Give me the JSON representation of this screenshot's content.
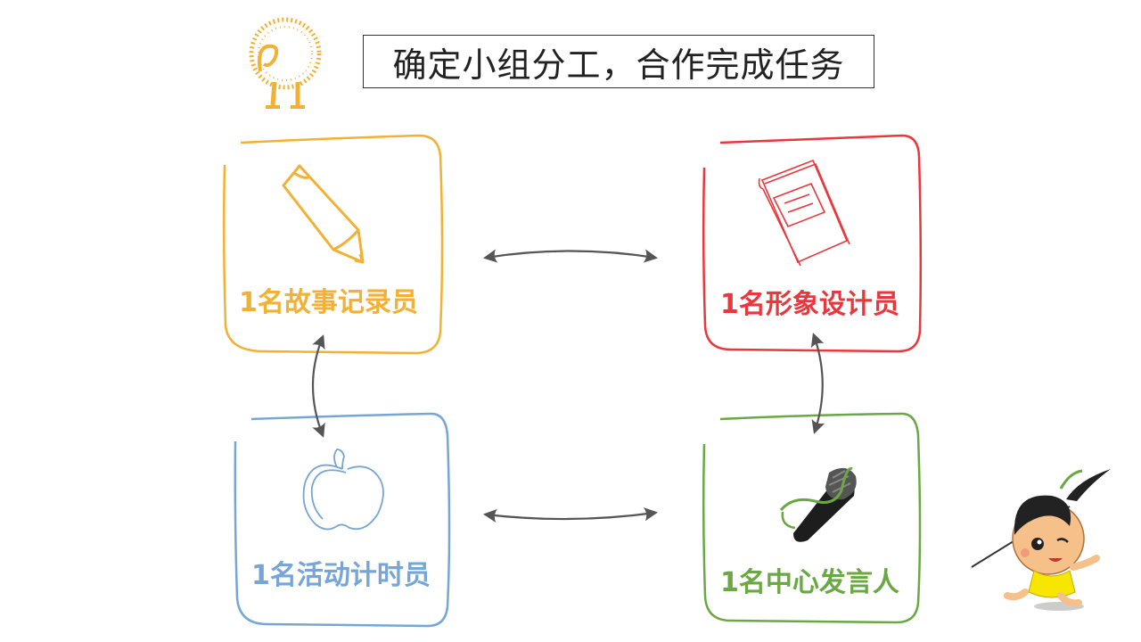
{
  "title": "确定小组分工，合作完成任务",
  "roles": [
    {
      "label": "1名故事记录员",
      "color": "#f2b134",
      "icon": "pencil-icon"
    },
    {
      "label": "1名形象设计员",
      "color": "#e8383d",
      "icon": "book-icon"
    },
    {
      "label": "1名活动计时员",
      "color": "#76a5d6",
      "icon": "apple-icon"
    },
    {
      "label": "1名中心发言人",
      "color": "#6aa843",
      "icon": "microphone-icon"
    }
  ],
  "colors": {
    "arrow": "#555555",
    "logo": "#f2b134",
    "mascot_skin": "#f5c08a",
    "mascot_cloth": "#f7e600"
  },
  "decorations": [
    "dandelion-logo",
    "cartoon-boy-mascot"
  ]
}
